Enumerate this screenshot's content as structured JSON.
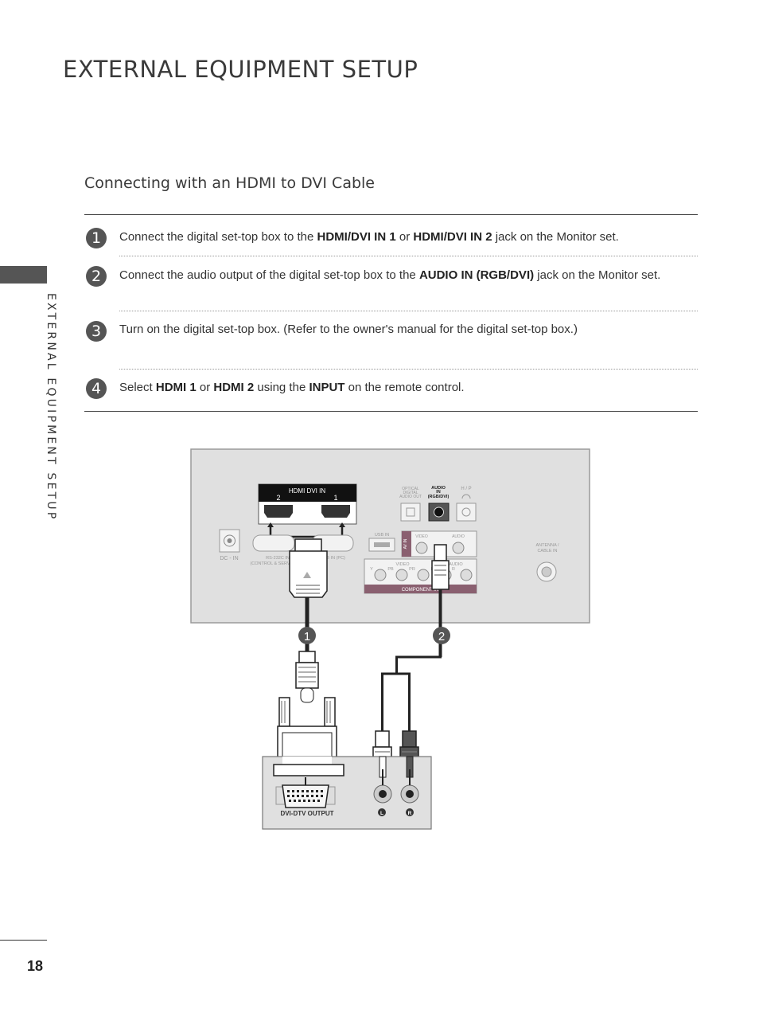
{
  "page": {
    "title": "EXTERNAL EQUIPMENT SETUP",
    "side_label": "EXTERNAL EQUIPMENT SETUP",
    "page_number": "18"
  },
  "section": {
    "title": "Connecting with an HDMI to DVI Cable"
  },
  "steps": [
    {
      "number": "1",
      "parts": [
        "Connect the digital set-top box to the ",
        "HDMI/DVI IN 1",
        " or ",
        "HDMI/DVI IN 2",
        " jack on the Monitor set."
      ]
    },
    {
      "number": "2",
      "parts": [
        "Connect the audio output of the digital set-top box to the ",
        "AUDIO IN (RGB/DVI)",
        " jack on the Monitor set."
      ]
    },
    {
      "number": "3",
      "parts": [
        "Turn on the digital set-top box. (Refer to the owner's manual for the digital set-top box.)"
      ]
    },
    {
      "number": "4",
      "parts": [
        "Select ",
        "HDMI 1",
        " or ",
        "HDMI 2",
        " using the ",
        "INPUT",
        " on the remote control."
      ]
    }
  ],
  "diagram": {
    "hdmi_label": "HDMI DVI IN",
    "hdmi_port_2": "2",
    "hdmi_port_1": "1",
    "optical_label_1": "OPTICAL",
    "optical_label_2": "DIGITAL",
    "optical_label_3": "AUDIO OUT",
    "audio_in_label_1": "AUDIO",
    "audio_in_label_2": "IN",
    "audio_in_label_3": "(RGB/DVI)",
    "headphone_label": "H / P",
    "usb_label": "USB IN",
    "av_in_label": "AV IN",
    "video_label": "VIDEO",
    "av_audio_label": "AUDIO",
    "dc_in_label": "DC - IN",
    "rs232_label_1": "RS-232C IN",
    "rs232_label_2": "(CONTROL & SERVICE)",
    "rgb_label": "RGB IN (PC)",
    "antenna_label_1": "ANTENNA /",
    "antenna_label_2": "CABLE IN",
    "component_video_label": "VIDEO",
    "component_audio_label": "AUDIO",
    "component_y": "Y",
    "component_pb": "PB",
    "component_pr": "PR",
    "component_l": "L",
    "component_r": "R",
    "component_in_label": "COMPONENT IN",
    "callout_1": "1",
    "callout_2": "2",
    "dvi_output_label": "DVI-DTV OUTPUT",
    "audio_out_l": "L",
    "audio_out_r": "R"
  }
}
